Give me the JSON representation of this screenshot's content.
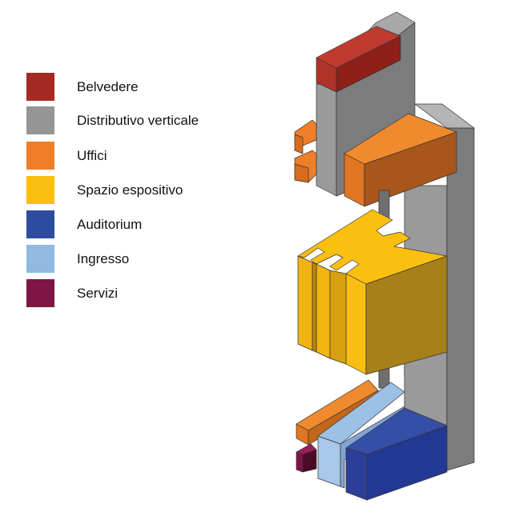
{
  "legend": [
    {
      "label": "Belvedere",
      "color": "#A52A22"
    },
    {
      "label": "Distributivo verticale",
      "color": "#959595"
    },
    {
      "label": "Uffici",
      "color": "#EE7E28"
    },
    {
      "label": "Spazio espositivo",
      "color": "#FBBF10"
    },
    {
      "label": "Auditorium",
      "color": "#2E4C9E"
    },
    {
      "label": "Ingresso",
      "color": "#91B9E2"
    },
    {
      "label": "Servizi",
      "color": "#7D1545"
    }
  ]
}
